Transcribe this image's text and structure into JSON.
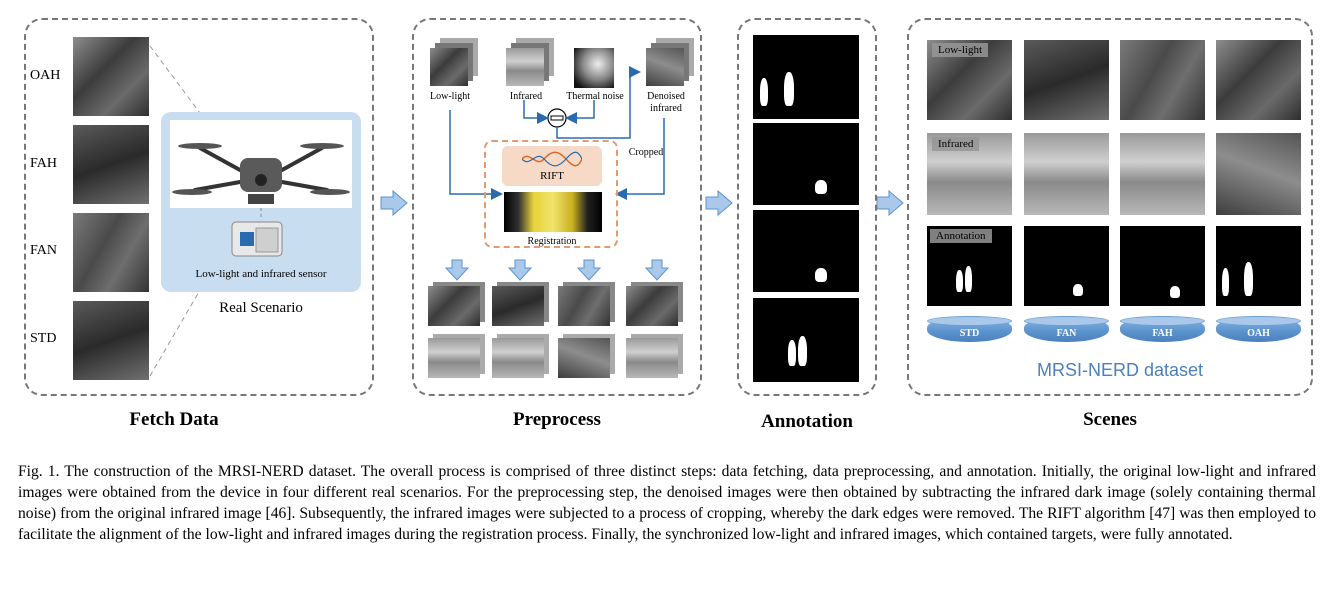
{
  "fetch": {
    "scenario_labels": [
      "OAH",
      "FAH",
      "FAN",
      "STD"
    ],
    "sensor_label": "Low-light and infrared sensor",
    "real_scenario": "Real Scenario",
    "title": "Fetch Data"
  },
  "preprocess": {
    "low_light": "Low-light",
    "infrared": "Infrared",
    "thermal_noise": "Thermal noise",
    "denoised_line1": "Denoised",
    "denoised_line2": "infrared",
    "cropped": "Cropped",
    "rift": "RIFT",
    "registration": "Registration",
    "title": "Preprocess"
  },
  "annotation": {
    "title": "Annotation"
  },
  "scenes": {
    "row_tags": [
      "Low-light",
      "Infrared",
      "Annotation"
    ],
    "datasets": [
      "STD",
      "FAN",
      "FAH",
      "OAH"
    ],
    "dataset_name": "MRSI-NERD dataset",
    "title": "Scenes"
  },
  "caption": "Fig. 1. The construction of the MRSI-NERD dataset. The overall process is comprised of three distinct steps: data fetching, data preprocessing, and annotation. Initially, the original low-light and infrared images were obtained from the device in four different real scenarios. For the preprocessing step, the denoised images were then obtained by subtracting the infrared dark image (solely containing thermal noise) from the original infrared image [46]. Subsequently, the infrared images were subjected to a process of cropping, whereby the dark edges were removed. The RIFT algorithm [47] was then employed to facilitate the alignment of the low-light and infrared images during the registration process. Finally, the synchronized low-light and infrared images, which contained targets, were fully annotated.",
  "colors": {
    "accent_blue": "#5b93cf",
    "panel_light_blue": "#c9ddf1",
    "dashed_orange": "#e39a6f",
    "arrow_blue": "#a9c8ea"
  }
}
